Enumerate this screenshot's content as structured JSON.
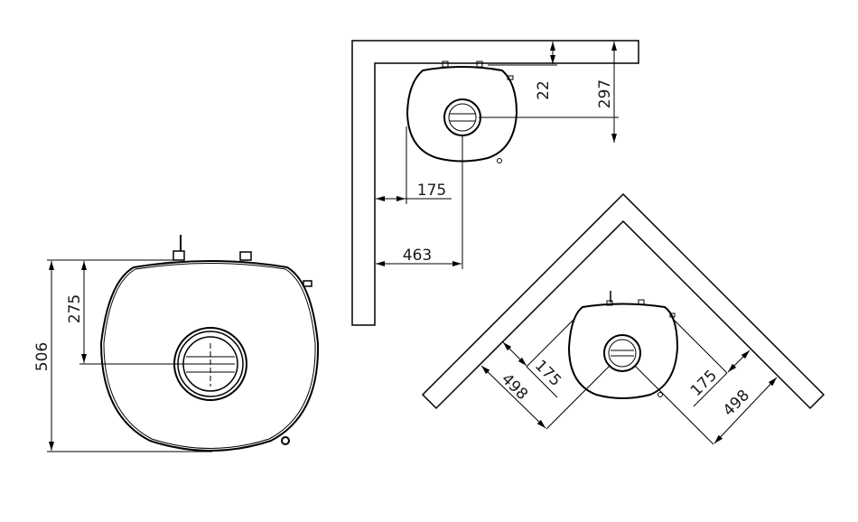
{
  "front_view": {
    "dim_total_depth": "506",
    "dim_flue_center": "275"
  },
  "corner_plan_wall": {
    "dim_wall_to_flue_depth": "22",
    "dim_wall_to_flue_y": "297",
    "dim_clearance_side": "175",
    "dim_wall_to_flue_x": "463"
  },
  "corner_plan_45": {
    "dim_left_clearance": "175",
    "dim_left_distance": "498",
    "dim_right_clearance": "175",
    "dim_right_distance": "498"
  },
  "colors": {
    "line": "#000000",
    "text": "#1a1a1a"
  }
}
